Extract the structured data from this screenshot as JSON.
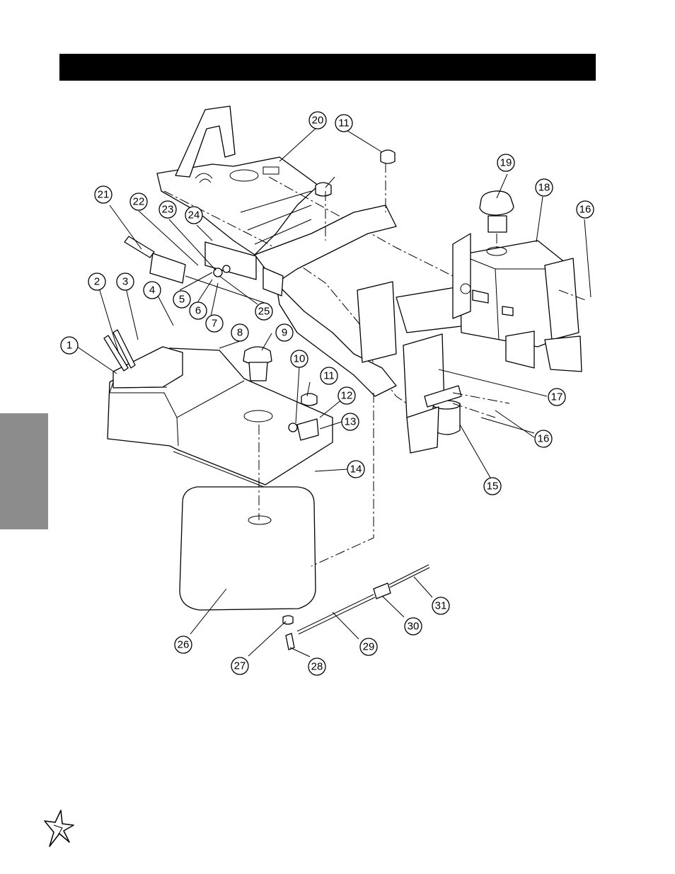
{
  "header": {
    "title": ""
  },
  "side_tab": {
    "label": ""
  },
  "callouts": [
    "1",
    "2",
    "3",
    "4",
    "5",
    "6",
    "7",
    "8",
    "9",
    "10",
    "11",
    "11",
    "12",
    "13",
    "14",
    "15",
    "16",
    "16",
    "17",
    "18",
    "19",
    "20",
    "21",
    "22",
    "23",
    "24",
    "25",
    "26",
    "27",
    "28",
    "29",
    "30",
    "31"
  ],
  "icons": {
    "logo": "star-logo-icon"
  },
  "colors": {
    "header_bar": "#000000",
    "side_tab": "#8c8c8c",
    "line": "#000000",
    "background": "#ffffff"
  }
}
